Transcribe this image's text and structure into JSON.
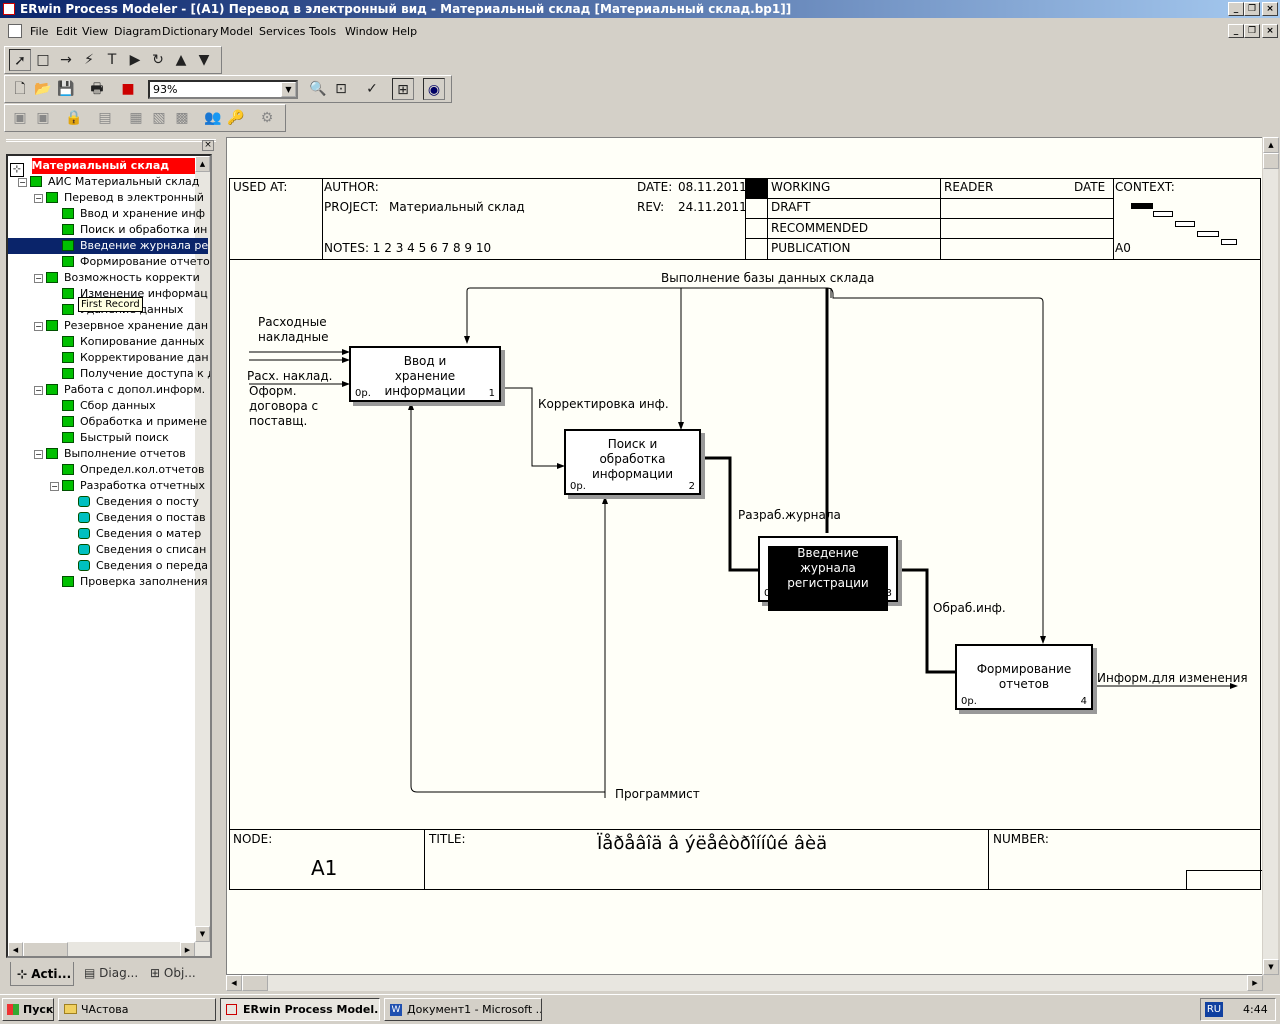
{
  "window": {
    "title": "ERwin Process Modeler - [(A1) Перевод в  электронный вид - Материальный склад  [Материальный склад.bp1]]"
  },
  "menu": [
    "File",
    "Edit",
    "View",
    "Diagram",
    "Dictionary",
    "Model",
    "Services",
    "Tools",
    "Window",
    "Help"
  ],
  "toolbar": {
    "zoom": "93%"
  },
  "tree": {
    "root": "Материальный склад",
    "tooltip": "First Record",
    "items": [
      "АИС Материальный склад",
      "Перевод в  электронный",
      "Ввод и хранение  инф",
      "Поиск и обработка  ин",
      "Введение журнала  ре",
      "Формирование отчето",
      "Возможность  корректи",
      "Изменение информац",
      "Удаление данных",
      "Резервное хранение  дан",
      "Копирование  данных",
      "Корректирование дан",
      "Получение доступа к д",
      "Работа с допол.информ.",
      "Сбор данных",
      "Обработка и примене",
      "Быстрый поиск",
      "Выполнение  отчетов",
      "Определ.кол.отчетов",
      "Разработка отчетных",
      "Сведения  о  посту",
      "Сведения  о  постав",
      "Сведения о  матер",
      "Сведения о  списан",
      "Сведения о  переда",
      "Проверка заполнения"
    ],
    "tabs": [
      "Acti...",
      "Diag...",
      "Obj..."
    ]
  },
  "frame": {
    "used_at": "USED AT:",
    "author": "AUTHOR:",
    "project": "PROJECT:",
    "project_value": "Материальный склад",
    "date_label": "DATE:",
    "date": "08.11.2011",
    "rev_label": "REV:",
    "rev": "24.11.2011",
    "notes": "NOTES:  1  2  3  4  5  6  7  8  9  10",
    "working": "WORKING",
    "draft": "DRAFT",
    "recommended": "RECOMMENDED",
    "publication": "PUBLICATION",
    "reader": "READER",
    "date_col": "DATE",
    "context": "CONTEXT:",
    "context_node": "A0",
    "node_label": "NODE:",
    "node": "A1",
    "title_label": "TITLE:",
    "title": "Ïåðåâîä â  ýëåêòðîííûé âèä",
    "number_label": "NUMBER:"
  },
  "diagram": {
    "boxes": [
      {
        "title": "Ввод и хранение информации",
        "cost": "0р.",
        "num": "1"
      },
      {
        "title": "Поиск и обработка информации",
        "cost": "0р.",
        "num": "2"
      },
      {
        "title": "Введение журнала регистрации",
        "cost": "0р.",
        "num": "3"
      },
      {
        "title": "Формирование отчетов",
        "cost": "0р.",
        "num": "4"
      }
    ],
    "arrows": {
      "control_top": "Выполнение базы данных склада",
      "in1": "Расходные накладные",
      "in2": "Расх. наклад.",
      "in3": "Оформ. договора с поставщ.",
      "a12": "Корректировка инф.",
      "a23": "Разраб.журнала",
      "a34": "Обраб.инф.",
      "output": "Информ.для изменения",
      "mech": "Программист"
    }
  },
  "taskbar": {
    "start": "Пуск",
    "items": [
      "ЧАстова",
      "ERwin Process Model...",
      "Документ1 - Microsoft ..."
    ],
    "lang": "RU",
    "clock": "4:44"
  }
}
